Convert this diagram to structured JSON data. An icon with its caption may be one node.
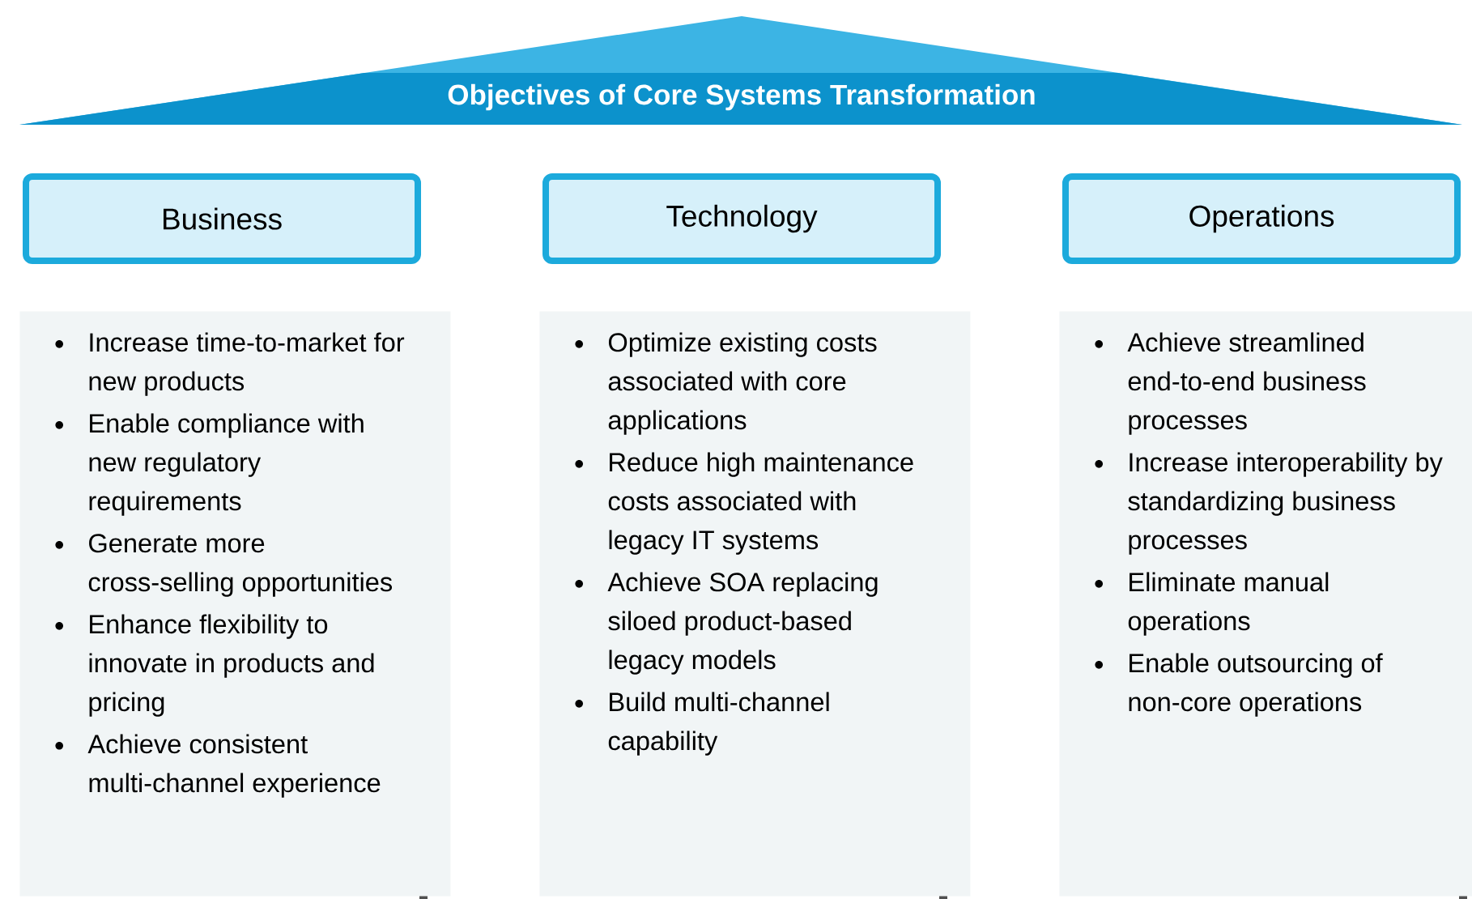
{
  "diagram": {
    "nodes": [
      {
        "text": [
          "Objectives of Core Systems Transformation"
        ]
      },
      {
        "text": [
          "Business"
        ]
      },
      {
        "text": [
          "Technology"
        ]
      },
      {
        "text": [
          "Operations"
        ]
      },
      {
        "text": [
          "Increase time-to-market for new products",
          "Enable compliance with new regulatory requirements",
          "Generate more cross-selling opportunities",
          "Enhance flexibility to innovate in products and pricing",
          "Achieve consistent multi-channel experience"
        ]
      },
      {
        "text": [
          "Optimize existing costs associated with core applications",
          "Reduce high maintenance costs associated with legacy IT systems",
          "Achieve SOA replacing siloed product-based legacy models",
          "Build multi-channel capability"
        ]
      },
      {
        "text": [
          "Achieve streamlined end-to-end business processes",
          "Increase interoperability by standardizing business processes",
          "Eliminate manual operations",
          "Enable outsourcing of non-core operations"
        ]
      }
    ],
    "edges": []
  }
}
